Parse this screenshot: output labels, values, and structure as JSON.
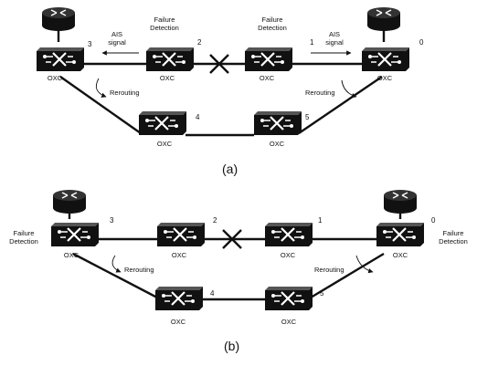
{
  "diagram_a": {
    "caption": "(a)",
    "node_label": "OXC",
    "failure_detection_line1": "Failure",
    "failure_detection_line2": "Detection",
    "ais_line1": "AIS",
    "ais_line2": "signal",
    "rerouting": "Rerouting",
    "node_ids": [
      "3",
      "2",
      "1",
      "0",
      "4",
      "5"
    ]
  },
  "diagram_b": {
    "caption": "(b)",
    "node_label": "OXC",
    "failure_detection_line1": "Failure",
    "failure_detection_line2": "Detection",
    "rerouting": "Rerouting",
    "node_ids": [
      "3",
      "2",
      "1",
      "0",
      "4",
      "5"
    ]
  }
}
